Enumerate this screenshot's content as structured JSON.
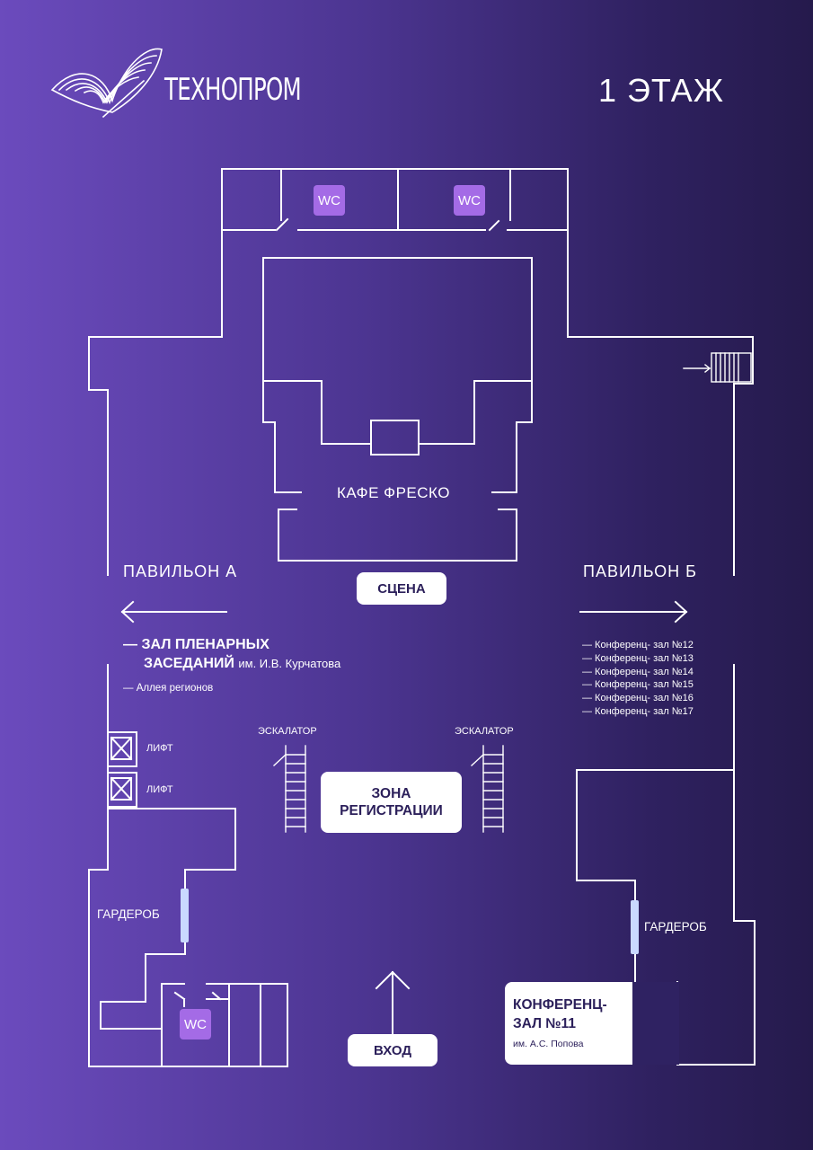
{
  "brand": {
    "name": "ТЕХНОПРОМ"
  },
  "floor_title": "1 ЭТАЖ",
  "rooms": {
    "cafe": "КАФЕ ФРЕСКО",
    "stage": "СЦЕНА",
    "registration": "ЗОНА РЕГИСТРАЦИИ",
    "entrance": "ВХОД",
    "wc": "WC"
  },
  "pavilion_a": {
    "title": "ПАВИЛЬОН А",
    "plenary_line1": "— ЗАЛ ПЛЕНАРНЫХ",
    "plenary_line2": "ЗАСЕДАНИЙ",
    "plenary_named": "им. И.В. Курчатова",
    "alley": "— Аллея регионов"
  },
  "pavilion_b": {
    "title": "ПАВИЛЬОН Б",
    "halls": [
      "— Конференц- зал №12",
      "— Конференц- зал №13",
      "— Конференц- зал №14",
      "— Конференц- зал №15",
      "— Конференц- зал №16",
      "— Конференц- зал №17"
    ]
  },
  "elevators": {
    "label": "ЛИФТ"
  },
  "escalators": {
    "label": "ЭСКАЛАТОР"
  },
  "wardrobe": {
    "label": "ГАРДЕРОБ"
  },
  "conference_hall_11": {
    "title_line1": "КОНФЕРЕНЦ-",
    "title_line2": "ЗАЛ №11",
    "named": "им. А.С. Попова"
  },
  "colors": {
    "background_left": "#6b4bbd",
    "background_right": "#251a4c",
    "wc_badge": "#a46be6",
    "wardrobe_marker": "#c9d8ff",
    "label_text_dark": "#2b1f5a"
  }
}
